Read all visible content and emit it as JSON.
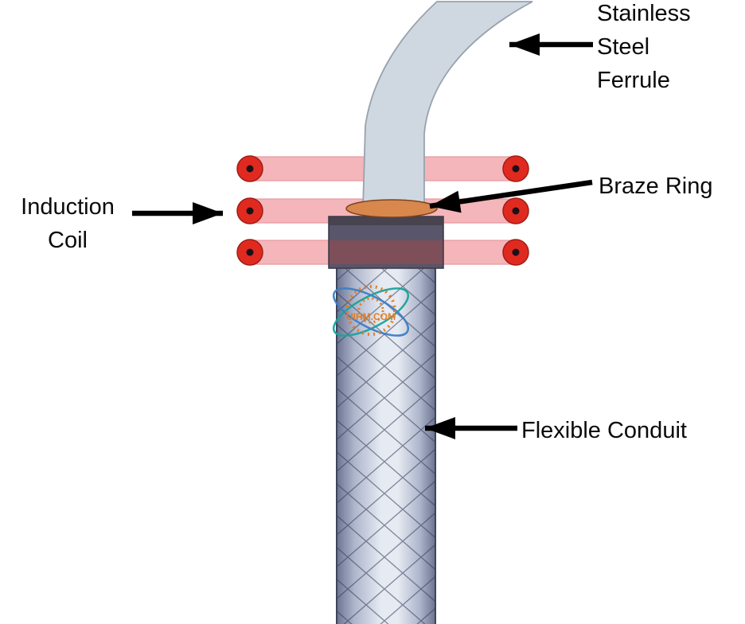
{
  "labels": {
    "stainless_steel_ferrule": {
      "lines": [
        "Stainless",
        "Steel",
        "Ferrule"
      ]
    },
    "braze_ring": {
      "text": "Braze Ring"
    },
    "induction_coil": {
      "lines": [
        "Induction",
        "Coil"
      ]
    },
    "flexible_conduit": {
      "text": "Flexible Conduit"
    }
  },
  "watermark": {
    "text": "UIHM.COM"
  },
  "colors": {
    "coil-pink": "#f4b6ba",
    "coil-pink-edge": "#e69aa0",
    "coil-red": "#e02a20",
    "coil-red-edge": "#9f1d16",
    "coil-dot": "#1d1016",
    "ferrule": "#cfd8e0",
    "ferrule-edge": "#98a2ae",
    "block": "#59556a",
    "block-top": "#47434f",
    "block-coil-overlap": "#7e4e59",
    "block-edge": "#3a3744",
    "braze": "#d8874d",
    "braze-edge": "#7d431f",
    "conduit-light": "#e6eaf2",
    "conduit-mid": "#aeb6cc",
    "conduit-dark": "#6b7390",
    "conduit-line": "#2e3a55",
    "conduit-edge": "#3e4459",
    "arrow": "#000000",
    "label-text": "#0a0a0a",
    "wm-teal": "#1ba39c",
    "wm-blue": "#3f7dc4",
    "wm-orange": "#e27a1e"
  }
}
